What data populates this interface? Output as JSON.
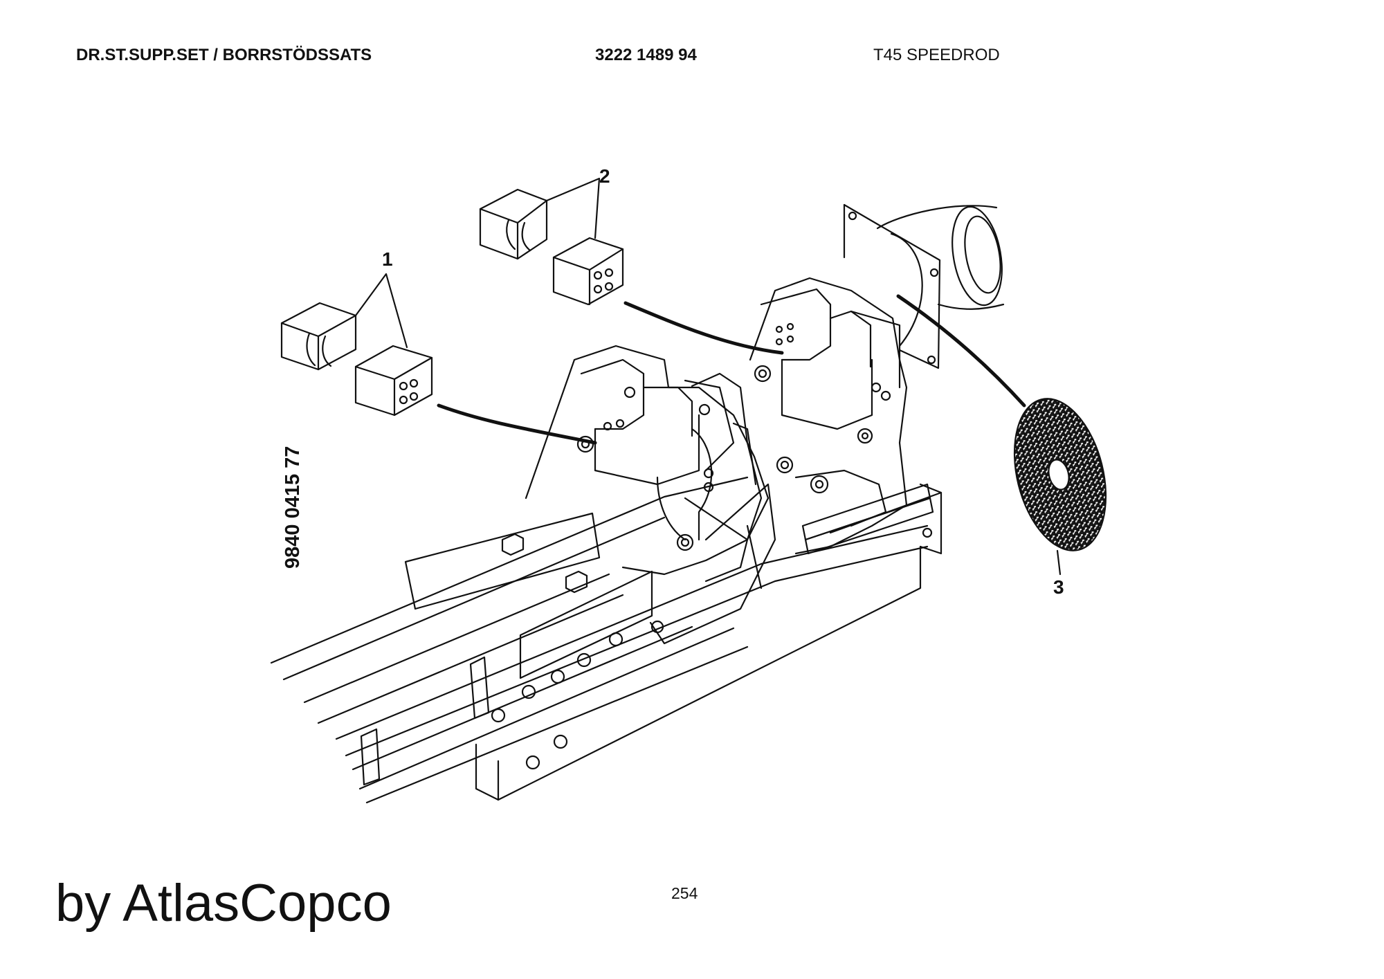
{
  "header": {
    "title": "DR.ST.SUPP.SET / BORRSTÖDSSATS",
    "part_number": "3222 1489 94",
    "model": "T45 SPEEDROD"
  },
  "drawing": {
    "drawing_number": "9840 0415 77",
    "callouts": [
      "1",
      "2",
      "3"
    ]
  },
  "footer": {
    "brand": "by AtlasCopco",
    "page_number": "254"
  }
}
